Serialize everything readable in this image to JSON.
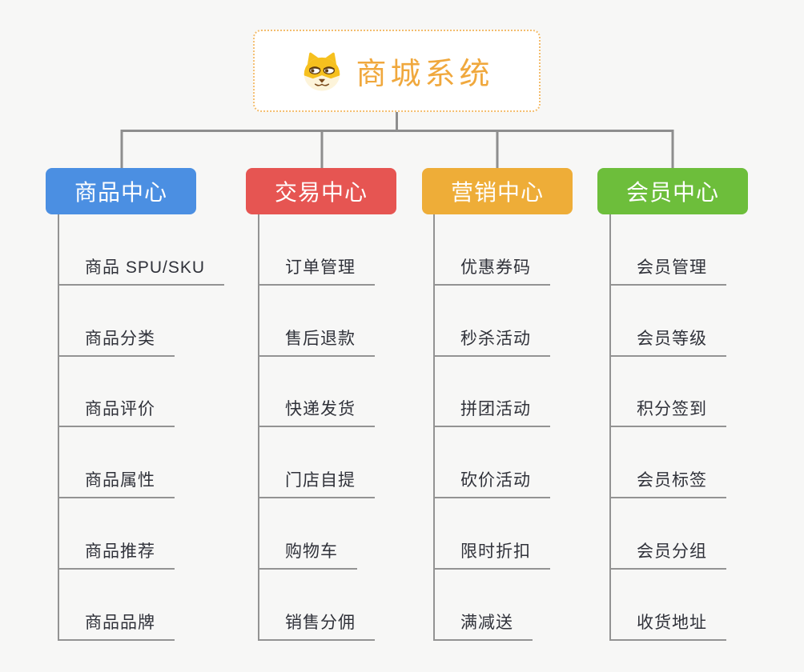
{
  "root": {
    "title": "商城系统",
    "icon": "shiba-dog-icon"
  },
  "branches": [
    {
      "label": "商品中心",
      "color": "#4b8fe2",
      "children": [
        "商品 SPU/SKU",
        "商品分类",
        "商品评价",
        "商品属性",
        "商品推荐",
        "商品品牌"
      ]
    },
    {
      "label": "交易中心",
      "color": "#e65552",
      "children": [
        "订单管理",
        "售后退款",
        "快递发货",
        "门店自提",
        "购物车",
        "销售分佣"
      ]
    },
    {
      "label": "营销中心",
      "color": "#eead38",
      "children": [
        "优惠券码",
        "秒杀活动",
        "拼团活动",
        "砍价活动",
        "限时折扣",
        "满减送"
      ]
    },
    {
      "label": "会员中心",
      "color": "#6dbe3b",
      "children": [
        "会员管理",
        "会员等级",
        "积分签到",
        "会员标签",
        "会员分组",
        "收货地址"
      ]
    }
  ],
  "palette": {
    "background": "#f7f7f6",
    "root_title": "#f0a83d",
    "root_border": "#f3bd6e",
    "connector_line": "#8e8e8e",
    "child_line": "#939393",
    "leaf_text": "#30323a"
  }
}
